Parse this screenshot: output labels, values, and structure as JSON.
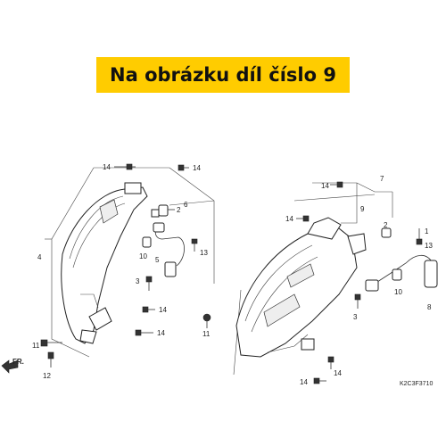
{
  "banner": {
    "text": "Na obrázku díl číslo 9",
    "background": "#FFCC00"
  },
  "diagram": {
    "code": "K2C3F3710",
    "direction_label": "FR.",
    "labels": {
      "l14a": "14",
      "l14b": "14",
      "l2a": "2",
      "l6": "6",
      "l4": "4",
      "l10a": "10",
      "l13a": "13",
      "l5": "5",
      "l3a": "3",
      "l11a": "11",
      "l12": "12",
      "l14c": "14",
      "l14d": "14",
      "l11b": "11",
      "l14e": "14",
      "l7": "7",
      "l14f": "14",
      "l9": "9",
      "l2b": "2",
      "l1": "1",
      "l13b": "13",
      "l10b": "10",
      "l8": "8",
      "l3b": "3",
      "l14g": "14",
      "l14h": "14"
    }
  }
}
